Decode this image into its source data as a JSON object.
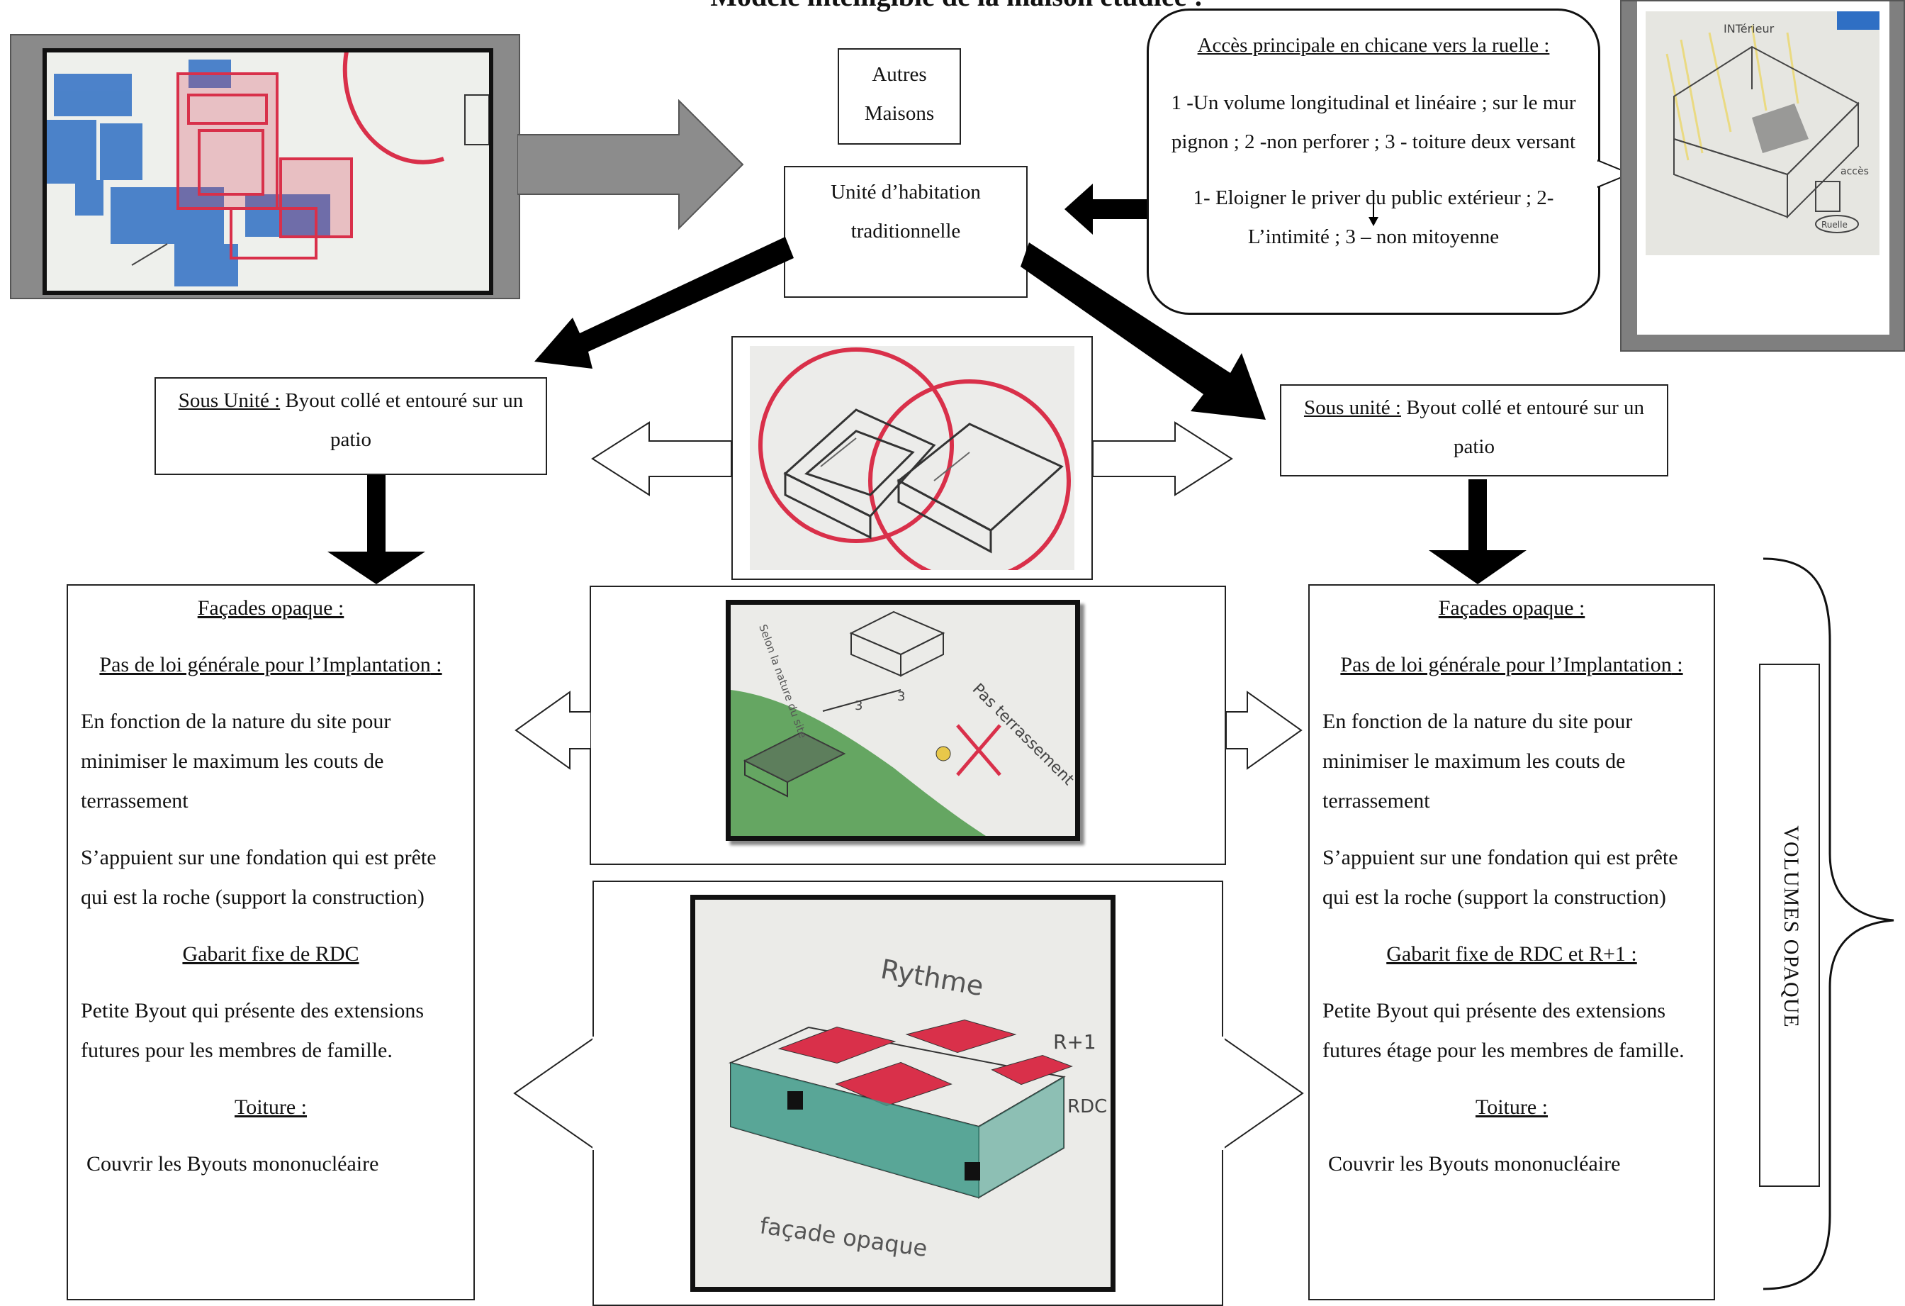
{
  "title": "Modèle intelligible de la maison étudiée :",
  "top": {
    "autres_maisons": [
      "Autres",
      "Maisons"
    ],
    "unite": [
      "Unité d’habitation",
      "traditionnelle"
    ]
  },
  "callout": {
    "heading": "Accès principale en chicane vers la ruelle :",
    "line1": "1 -Un volume longitudinal et linéaire ; sur le mur pignon ; 2 -non perforer ; 3 - toiture deux versant",
    "line2": "1- Eloigner le priver du public extérieur ; 2- L’intimité ; 3 – non mitoyenne"
  },
  "sous_unite_left": {
    "label": "Sous Unité :",
    "text": " Byout collé et entouré sur un patio"
  },
  "sous_unite_right": {
    "label": "Sous unité :",
    "text": " Byout collé et  entouré sur un patio"
  },
  "left_panel": {
    "facades": "Façades opaque :",
    "pas_de_loi": "Pas de loi générale pour l’Implantation",
    "pas_de_loi_colon": " :",
    "p1": "En fonction de la nature du site pour minimiser le maximum les couts de terrassement",
    "p2": "S’appuient sur une fondation qui est prête qui est la roche (support la construction)",
    "gabarit": "Gabarit fixe de RDC",
    "p3": "Petite Byout qui présente des extensions futures pour les membres de famille.",
    "toiture": "Toiture :",
    "p4": "Couvrir les Byouts mononucléaire"
  },
  "right_panel": {
    "facades": "Façades opaque :",
    "pas_de_loi": "Pas de loi générale pour l’Implantation",
    "pas_de_loi_colon": " :",
    "p1": "En fonction de la nature du site pour minimiser le maximum les couts de terrassement",
    "p2": "S’appuient sur une fondation qui est prête qui est la roche (support la construction)",
    "gabarit": "Gabarit fixe de RDC et R+1 :",
    "p3": "Petite Byout qui présente des extensions futures étage pour les membres de famille.",
    "toiture": "Toiture :",
    "p4": "Couvrir les Byouts mononucléaire"
  },
  "volumes_label": "VOLUMES OPAQUE",
  "sketch_labels": {
    "top_right": [
      "INTérieur",
      "accès",
      "Ruelle"
    ],
    "mid": [
      "Selon la nature du site",
      "3",
      "3",
      "Pas terrassement"
    ],
    "bottom": [
      "Rythme",
      "R+1",
      "RDC",
      "façade opaque"
    ]
  },
  "colors": {
    "red": "#d9304a",
    "blue": "#2f6fc4",
    "green": "#4e9a4a",
    "teal": "#3f9a88",
    "grey_frame": "#7f7f7f"
  }
}
